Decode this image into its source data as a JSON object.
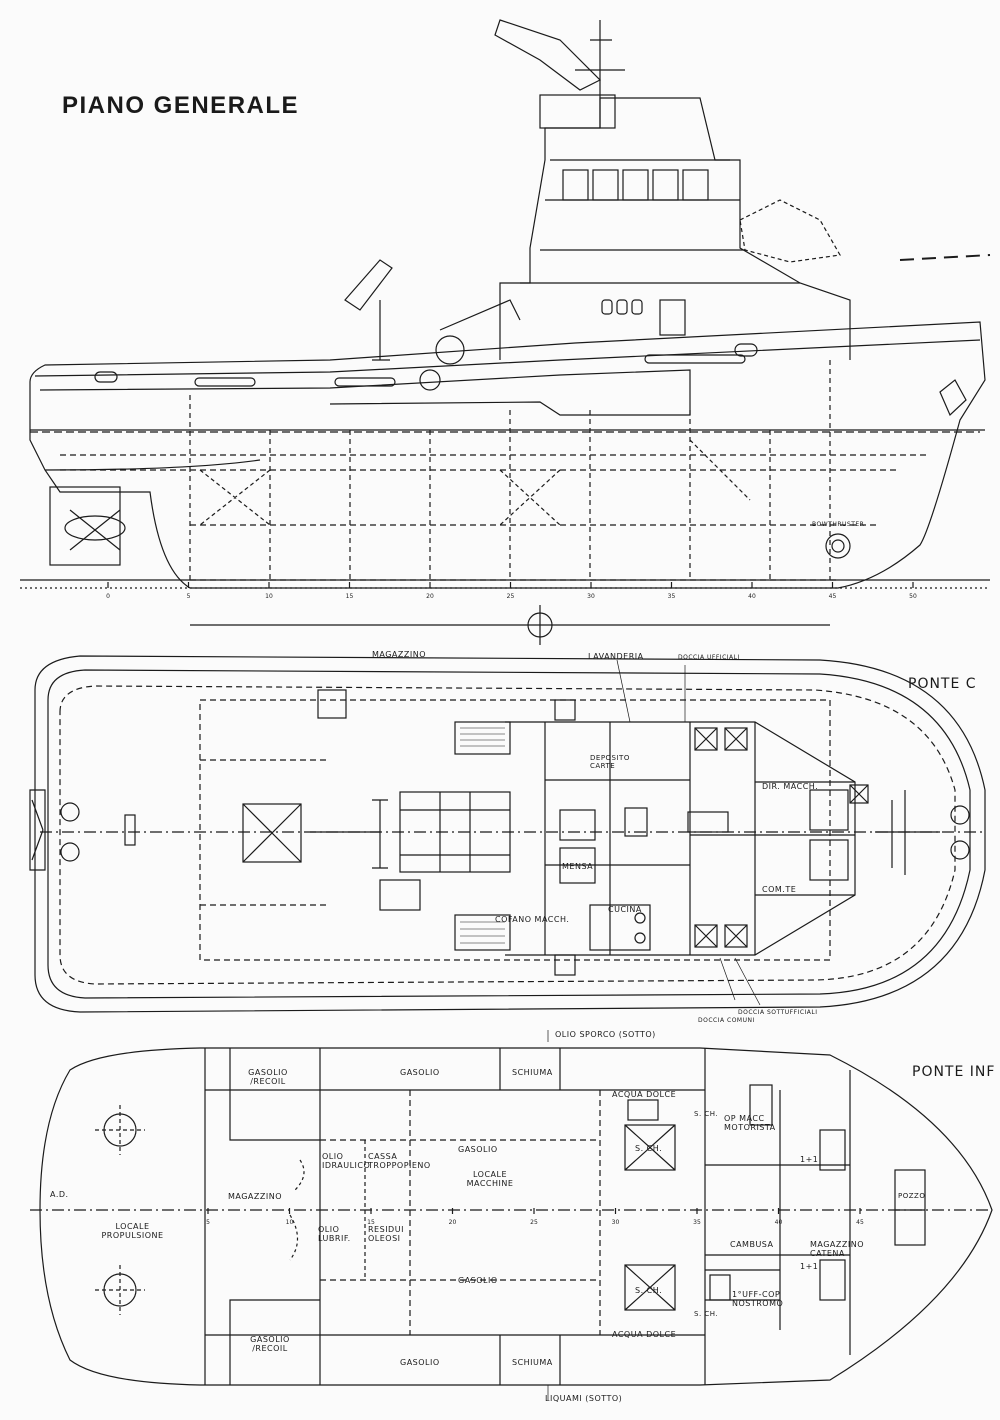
{
  "title": "PIANO GENERALE",
  "deck_labels": {
    "main": "PONTE C",
    "lower": "PONTE INF"
  },
  "profile": {
    "thruster_tag": "BOWTHRUSTER",
    "frame_numbers": [
      "0",
      "5",
      "10",
      "15",
      "20",
      "25",
      "30",
      "35",
      "40",
      "45",
      "50"
    ]
  },
  "main_deck_rooms": {
    "magazzino": "MAGAZZINO",
    "lavanderia": "LAVANDERIA",
    "doccia_ufficiali": "DOCCIA UFFICIALI",
    "deposito_carte": "DEPOSITO CARTE",
    "dir_macch": "DIR. MACCH.",
    "mensa": "MENSA",
    "cucina": "CUCINA",
    "comte": "COM.TE",
    "cofano_macch": "COFANO MACCH.",
    "doccia_sottufficiali": "DOCCIA SOTTUFFICIALI",
    "doccia_comuni": "DOCCIA COMUNI"
  },
  "lower_deck_rooms": {
    "olio_sporco": "OLIO SPORCO (SOTTO)",
    "gasolio_recoil": "GASOLIO /RECOIL",
    "gasolio": "GASOLIO",
    "schiuma": "SCHIUMA",
    "acqua_dolce": "ACQUA DOLCE",
    "sch": "S. CH.",
    "op_macc_motorista": "OP MACC MOTORISTA",
    "one_plus_one": "1+1",
    "olio_idraulico": "OLIO IDRAULICO",
    "cassa_troppopieno": "CASSA TROPPOPIENO",
    "locale_macchine": "LOCALE MACCHINE",
    "pozzo": "POZZO",
    "ad": "A.D.",
    "magazzino": "MAGAZZINO",
    "locale_propulsione": "LOCALE PROPULSIONE",
    "olio_lubrif": "OLIO LUBRIF.",
    "residui_oleosi": "RESIDUI OLEOSI",
    "cambusa": "CAMBUSA",
    "magazzino_catena": "MAGAZZINO CATENA",
    "uff_nostromo": "1°UFF-COP NOSTROMO",
    "liquami": "LIQUAMI (SOTTO)",
    "frame_numbers": [
      "5",
      "10",
      "15",
      "20",
      "25",
      "30",
      "35",
      "40",
      "45"
    ]
  }
}
